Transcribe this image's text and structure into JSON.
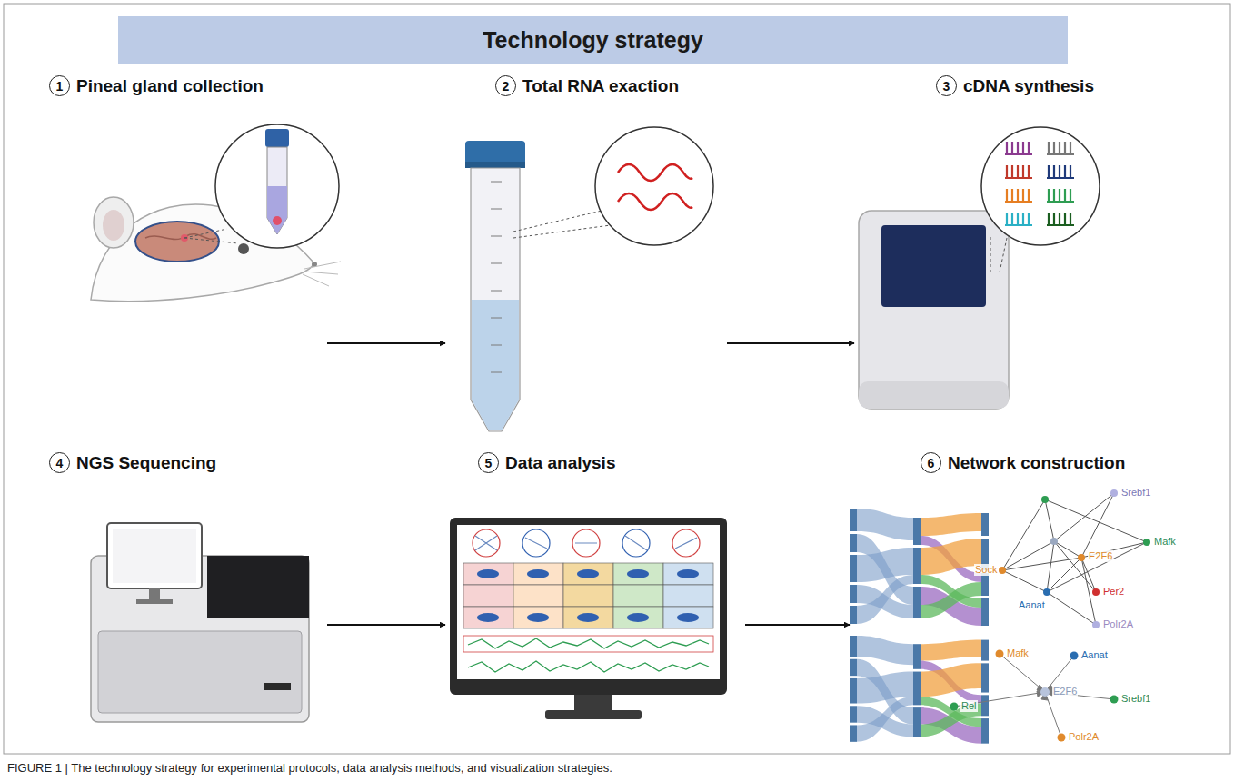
{
  "diagram": {
    "title": "Technology strategy",
    "caption": "FIGURE 1 | The technology strategy for experimental protocols, data analysis methods, and visualization strategies.",
    "nodes": [
      {
        "text": [
          "1",
          "Pineal gland collection"
        ]
      },
      {
        "text": [
          "2",
          "Total RNA exaction"
        ]
      },
      {
        "text": [
          "3",
          "cDNA synthesis"
        ]
      },
      {
        "text": [
          "4",
          "NGS Sequencing"
        ]
      },
      {
        "text": [
          "5",
          "Data analysis"
        ]
      },
      {
        "text": [
          "6",
          "Network construction"
        ]
      }
    ],
    "edges": [
      {
        "from": 0,
        "to": 1,
        "arrow": "to"
      },
      {
        "from": 1,
        "to": 2,
        "arrow": "to"
      },
      {
        "from": 3,
        "to": 4,
        "arrow": "to"
      },
      {
        "from": 4,
        "to": 5,
        "arrow": "to"
      }
    ],
    "labels": [
      "Srebf1",
      "Mafk",
      "E2F6",
      "Sock",
      "Aanat",
      "Per2",
      "Polr2A",
      "Mafk",
      "Aanat",
      "E2F6",
      "Srebf1",
      "Rel",
      "Polr2A"
    ]
  }
}
